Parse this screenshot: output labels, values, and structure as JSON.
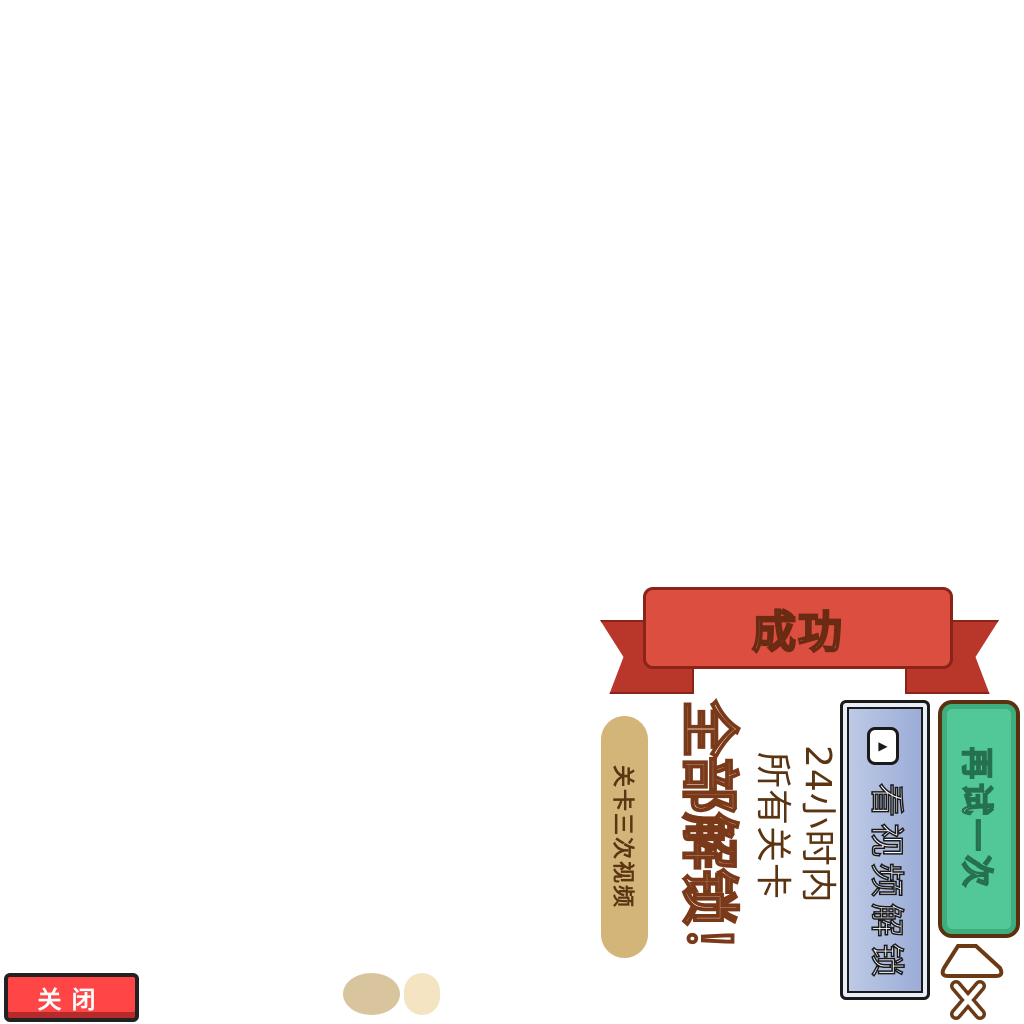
{
  "banner": {
    "title": "成功"
  },
  "level_pill": {
    "label": "关卡三次视频"
  },
  "headline": {
    "text": "全部解锁！"
  },
  "subtitle": {
    "line1": "24小时内",
    "line2": "所有关卡"
  },
  "watch_video_button": {
    "label": "看视频解锁"
  },
  "retry_button": {
    "label": "再试一次"
  },
  "close_button": {
    "label": "关闭"
  },
  "colors": {
    "banner_red": "#dc4f40",
    "retry_green": "#52c896",
    "video_blue": "#a8b8de",
    "close_red": "#ff4545",
    "pill_tan": "#d3b57a"
  }
}
